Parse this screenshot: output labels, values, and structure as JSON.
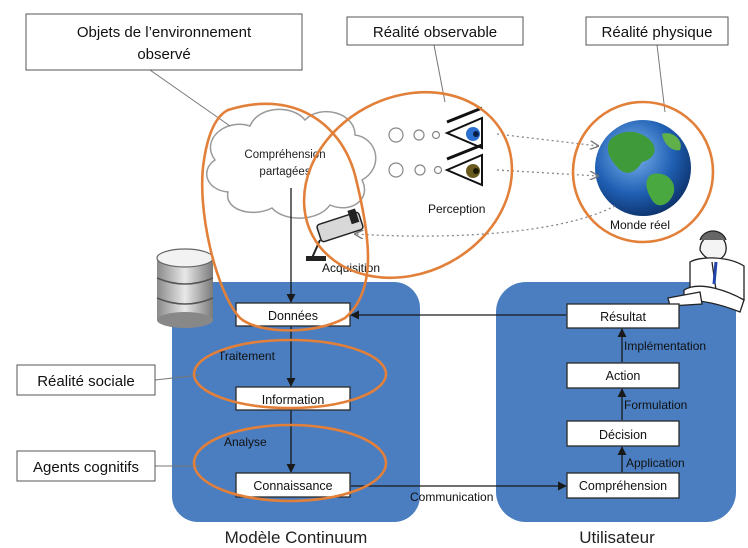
{
  "callouts": {
    "objets": [
      "Objets de l’environnement",
      "observé"
    ],
    "realite_observable": "Réalité observable",
    "realite_physique": "Réalité physique",
    "realite_sociale": "Réalité sociale",
    "agents_cognitifs": "Agents cognitifs"
  },
  "cloud": {
    "line1": "Compréhension",
    "line2": "partagées"
  },
  "perception_label": "Perception",
  "acquisition_label": "Acquisition",
  "monde_label": "Monde réel",
  "left_panel": {
    "title": "Modèle Continuum",
    "boxes": {
      "donnees": "Données",
      "information": "Information",
      "connaissance": "Connaissance"
    },
    "labels": {
      "traitement": "Traitement",
      "analyse": "Analyse"
    }
  },
  "right_panel": {
    "title": "Utilisateur",
    "boxes": {
      "resultat": "Résultat",
      "action": "Action",
      "decision": "Décision",
      "comprehension": "Compréhension"
    },
    "labels": {
      "implementation": "Implémentation",
      "formulation": "Formulation",
      "application": "Application"
    }
  },
  "communication_label": "Communication",
  "colors": {
    "panel": "#4a7ec0",
    "ellipse": "#e2803a",
    "box_border": "#2a2a2a",
    "arrow": "#1a1a1a",
    "dotted": "#888888"
  }
}
